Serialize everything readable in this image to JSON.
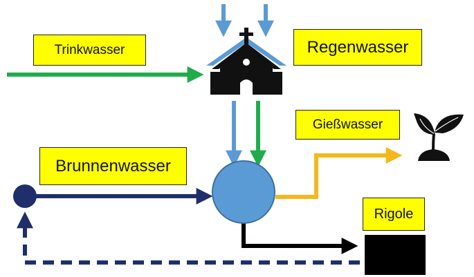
{
  "labels": {
    "trinkwasser": "Trinkwasser",
    "regenwasser": "Regenwasser",
    "giesswasser": "Gießwasser",
    "brunnenwasser": "Brunnenwasser",
    "rigole": "Rigole"
  },
  "colors": {
    "label_fill": "#ffff00",
    "drinking_water": "#1fad4c",
    "rain_water": "#5b9bd5",
    "irrigation_water": "#f4b81c",
    "well_water": "#1f2f6b",
    "drain": "#000000",
    "tank": "#5b9bd5"
  },
  "icons": {
    "building": "church-icon",
    "plant": "plant-seedling-icon",
    "well": "well-node-icon",
    "tank": "water-tank-icon",
    "drain": "rigole-block-icon"
  }
}
